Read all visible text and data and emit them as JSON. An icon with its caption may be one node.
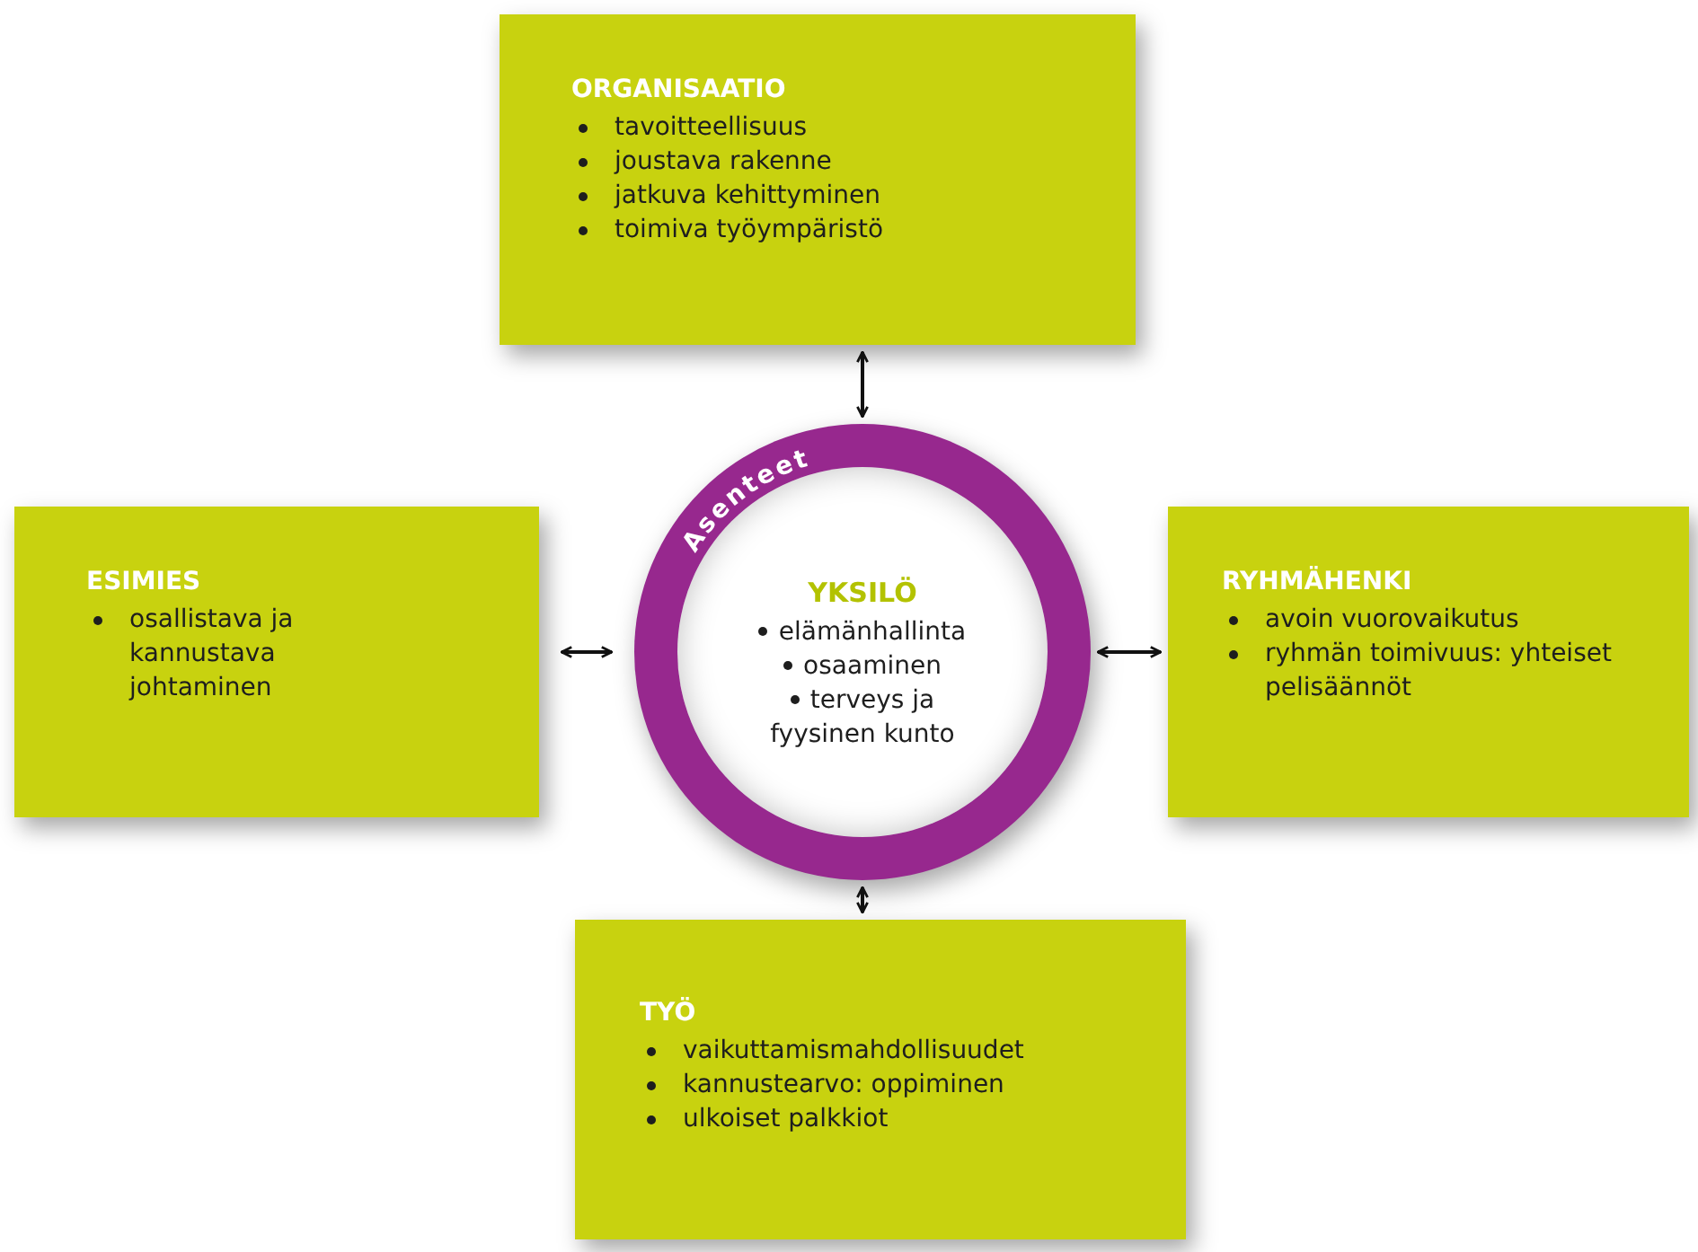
{
  "diagram": {
    "nodes": [
      {
        "text": [
          "ORGANISAATIO",
          "tavoitteellisuus",
          "joustava rakenne",
          "jatkuva kehittyminen",
          "toimiva työympäristö"
        ]
      },
      {
        "text": [
          "ESIMIES",
          "osallistava ja kannustava johtaminen"
        ]
      },
      {
        "text": [
          "Asenteet"
        ]
      },
      {
        "text": [
          "YKSILÖ",
          "elämänhallinta",
          "osaaminen",
          "terveys ja fyysinen kunto"
        ],
        "in": 2
      },
      {
        "text": [
          "RYHMÄHENKI",
          "avoin vuorovaikutus",
          "ryhmän toimivuus: yhteiset pelisäännöt"
        ]
      },
      {
        "text": [
          "TYÖ",
          "vaikuttamismahdollisuudet",
          "kannustearvo: oppiminen",
          "ulkoiset palkkiot"
        ]
      }
    ],
    "edges": [
      {
        "from": 2,
        "to": 0,
        "arrow": "both"
      },
      {
        "from": 2,
        "to": 1,
        "arrow": "both"
      },
      {
        "from": 2,
        "to": 4,
        "arrow": "both"
      },
      {
        "from": 2,
        "to": 5,
        "arrow": "both"
      }
    ]
  }
}
